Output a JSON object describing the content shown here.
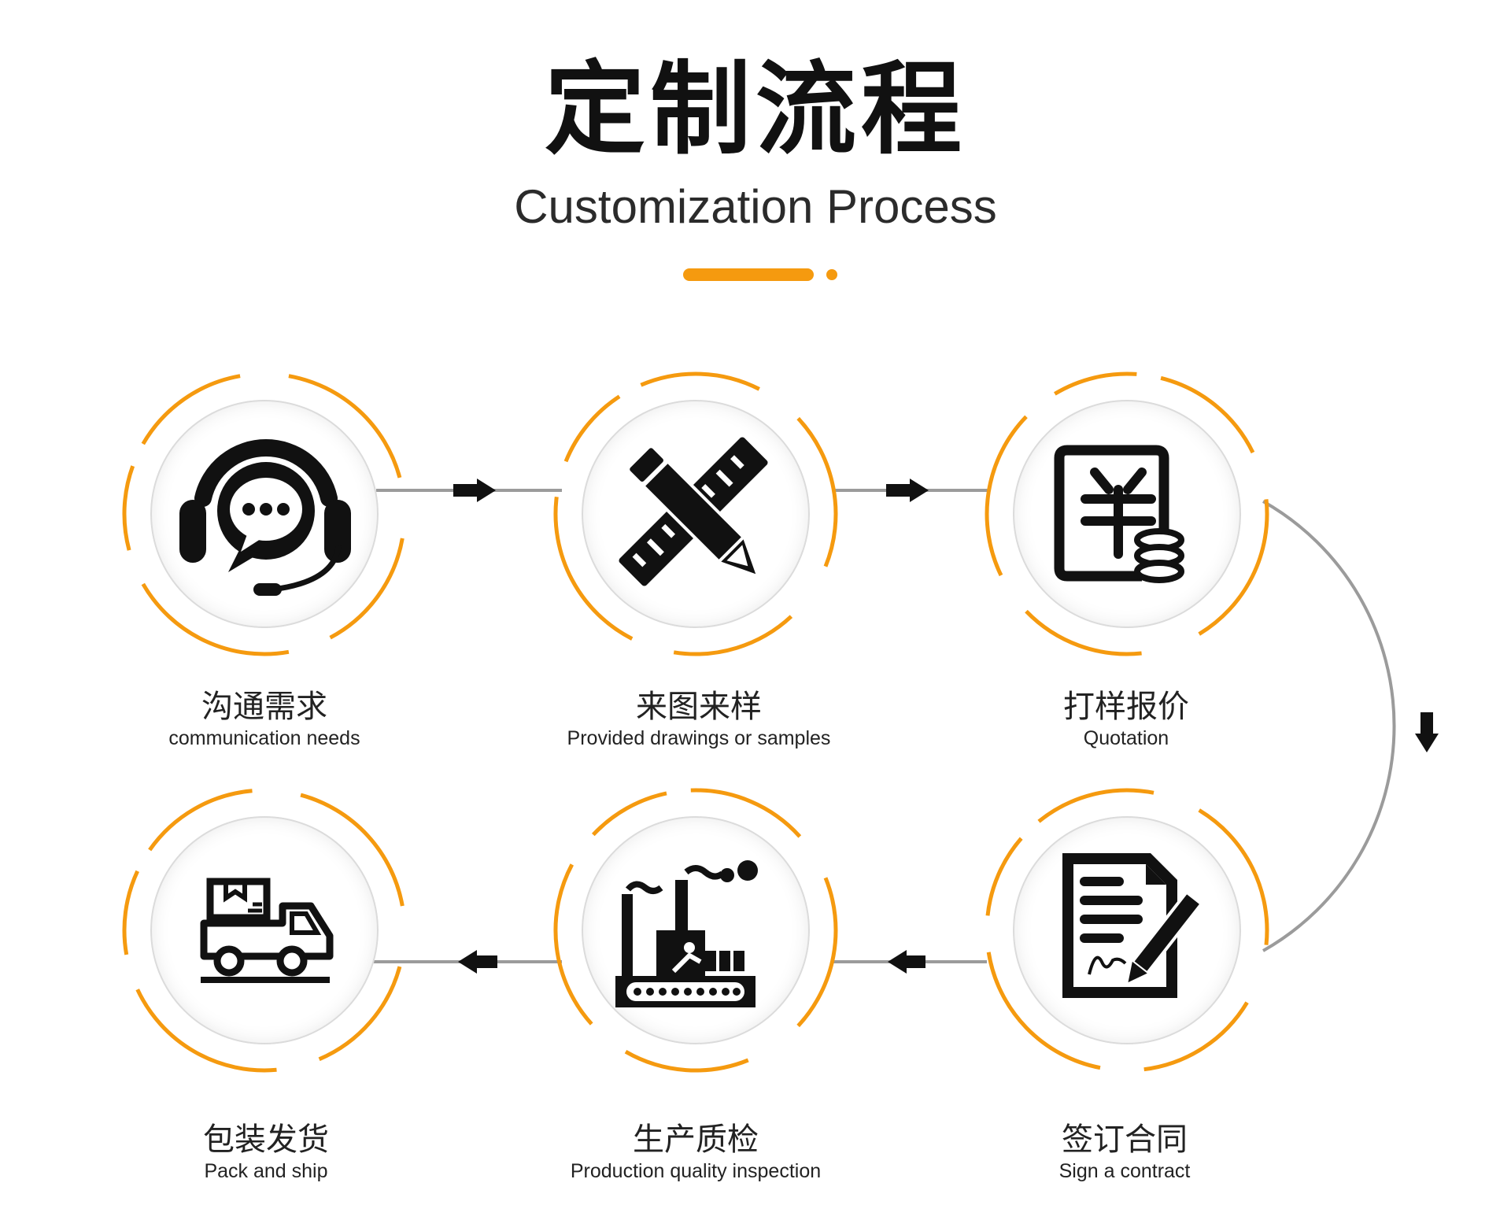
{
  "header": {
    "title_cn": "定制流程",
    "title_en": "Customization Process"
  },
  "colors": {
    "accent": "#f59a0f",
    "icon": "#111111",
    "connector": "#9b9b9b"
  },
  "steps": [
    {
      "label_cn": "沟通需求",
      "label_en": "communication needs",
      "icon": "customer-service-headset-icon"
    },
    {
      "label_cn": "来图来样",
      "label_en": "Provided drawings or samples",
      "icon": "pencil-ruler-icon"
    },
    {
      "label_cn": "打样报价",
      "label_en": "Quotation",
      "icon": "yuan-price-coins-icon"
    },
    {
      "label_cn": "签订合同",
      "label_en": "Sign a contract",
      "icon": "contract-sign-icon"
    },
    {
      "label_cn": "生产质检",
      "label_en": "Production quality inspection",
      "icon": "factory-icon"
    },
    {
      "label_cn": "包装发货",
      "label_en": "Pack and ship",
      "icon": "delivery-truck-icon"
    }
  ]
}
